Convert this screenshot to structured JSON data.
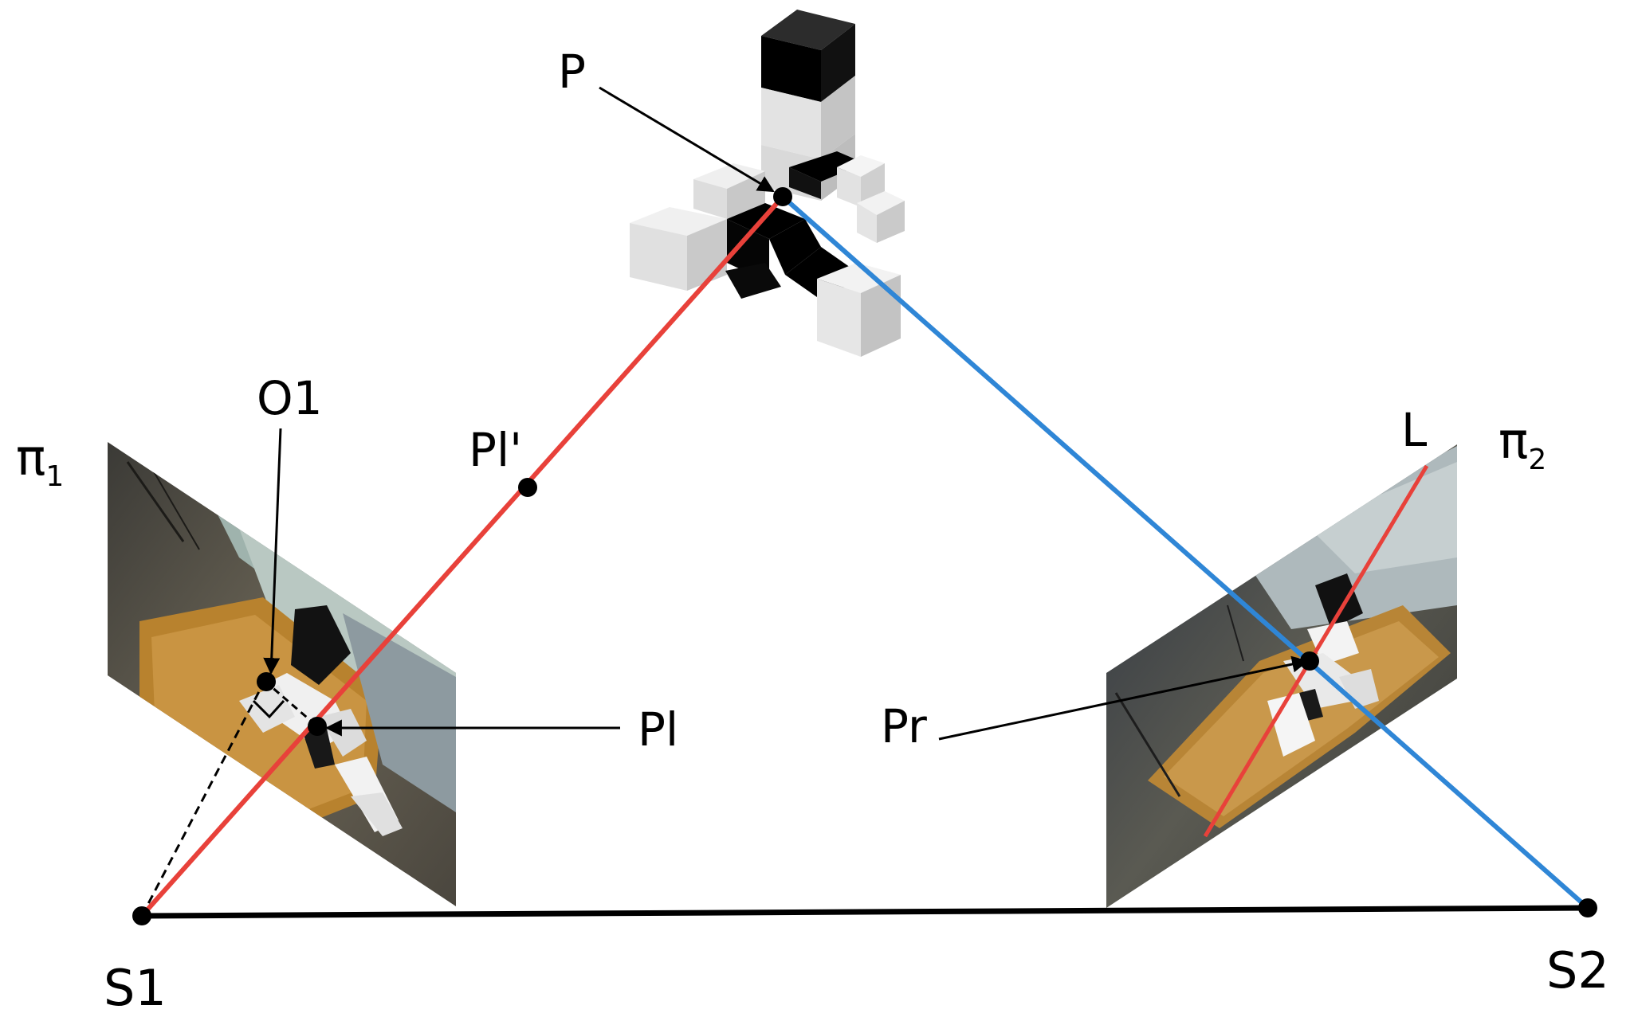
{
  "labels": {
    "P": "P",
    "Pl_prime": "Pl'",
    "O1": "O1",
    "Pl": "Pl",
    "Pr": "Pr",
    "L": "L",
    "S1": "S1",
    "S2": "S2",
    "pi1_symbol": "π",
    "pi1_sub": "1",
    "pi2_symbol": "π",
    "pi2_sub": "2"
  },
  "colors": {
    "left_ray": "#e8413a",
    "right_ray": "#2f86d6",
    "baseline": "#000000",
    "epipolar_line": "#e8413a"
  }
}
